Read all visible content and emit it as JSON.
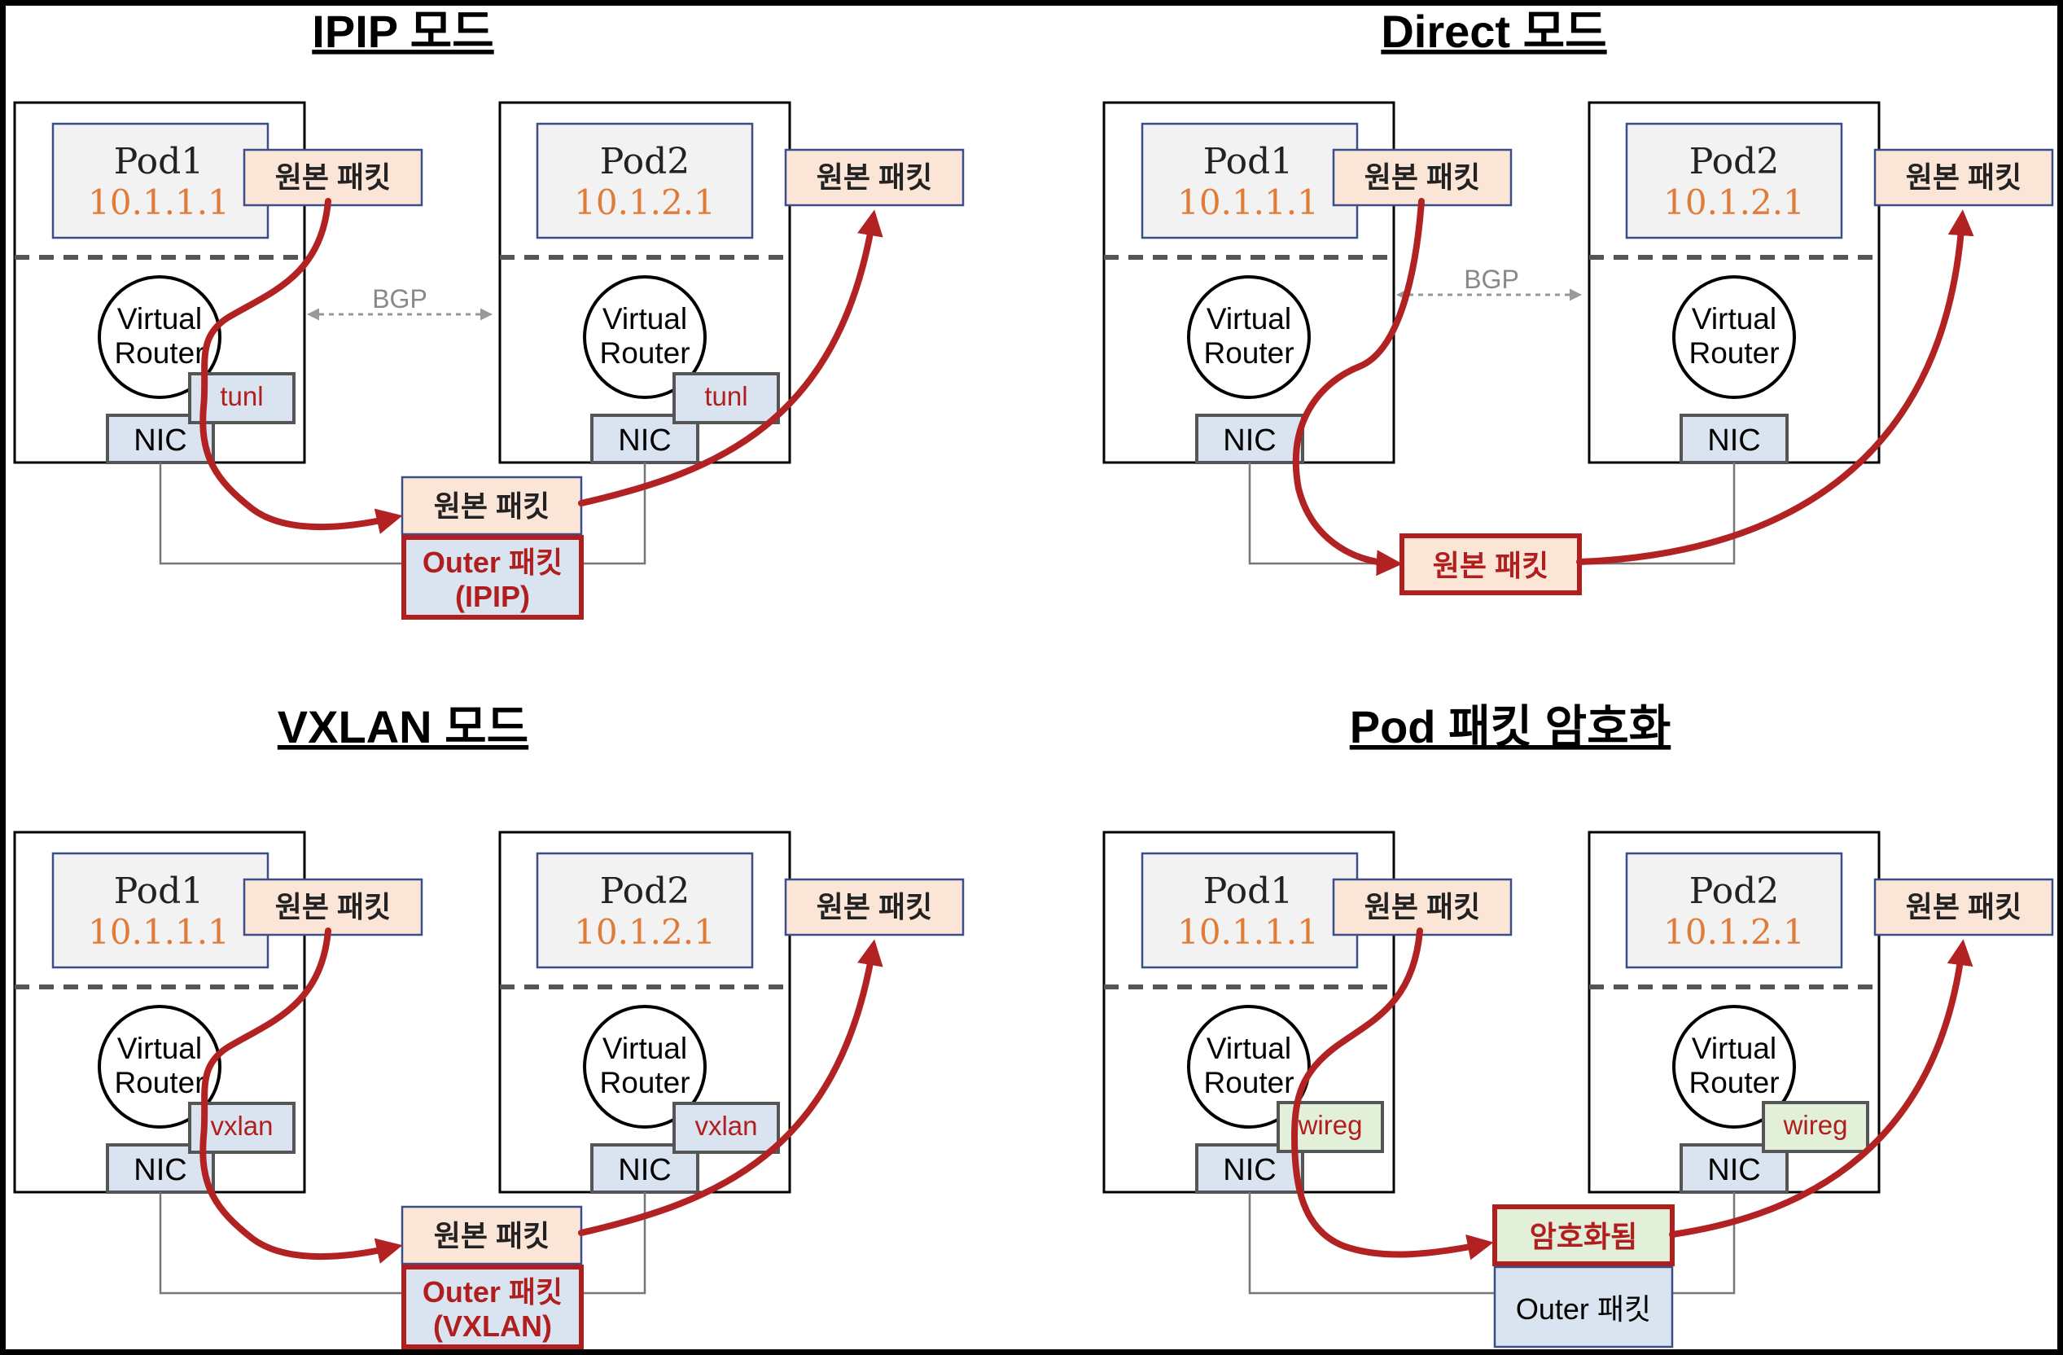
{
  "panels": [
    {
      "title": "IPIP 모드",
      "pod1": {
        "name": "Pod1",
        "ip": "10.1.1.1"
      },
      "pod2": {
        "name": "Pod2",
        "ip": "10.1.2.1"
      },
      "packet_label": "원본 패킷",
      "router_line1": "Virtual",
      "router_line2": "Router",
      "nic_label": "NIC",
      "interface_label": "tunl",
      "bgp_label": "BGP",
      "wire_packet": "원본 패킷",
      "outer_line1": "Outer 패킷",
      "outer_line2": "(IPIP)"
    },
    {
      "title": "Direct 모드",
      "pod1": {
        "name": "Pod1",
        "ip": "10.1.1.1"
      },
      "pod2": {
        "name": "Pod2",
        "ip": "10.1.2.1"
      },
      "packet_label": "원본 패킷",
      "router_line1": "Virtual",
      "router_line2": "Router",
      "nic_label": "NIC",
      "bgp_label": "BGP",
      "wire_packet": "원본 패킷"
    },
    {
      "title": "VXLAN 모드",
      "pod1": {
        "name": "Pod1",
        "ip": "10.1.1.1"
      },
      "pod2": {
        "name": "Pod2",
        "ip": "10.1.2.1"
      },
      "packet_label": "원본 패킷",
      "router_line1": "Virtual",
      "router_line2": "Router",
      "nic_label": "NIC",
      "interface_label": "vxlan",
      "wire_packet": "원본 패킷",
      "outer_line1": "Outer 패킷",
      "outer_line2": "(VXLAN)"
    },
    {
      "title": "Pod 패킷 암호화",
      "pod1": {
        "name": "Pod1",
        "ip": "10.1.1.1"
      },
      "pod2": {
        "name": "Pod2",
        "ip": "10.1.2.1"
      },
      "packet_label": "원본 패킷",
      "router_line1": "Virtual",
      "router_line2": "Router",
      "nic_label": "NIC",
      "interface_label": "wireg",
      "wire_packet": "암호화됨",
      "outer_line1": "Outer 패킷"
    }
  ],
  "colors": {
    "flow_arrow": "#b22222",
    "ip_text": "#e07b39",
    "packet_fill": "#fbe5d6",
    "nic_fill": "#dae3f0",
    "wireguard_fill": "#e2efd9"
  }
}
